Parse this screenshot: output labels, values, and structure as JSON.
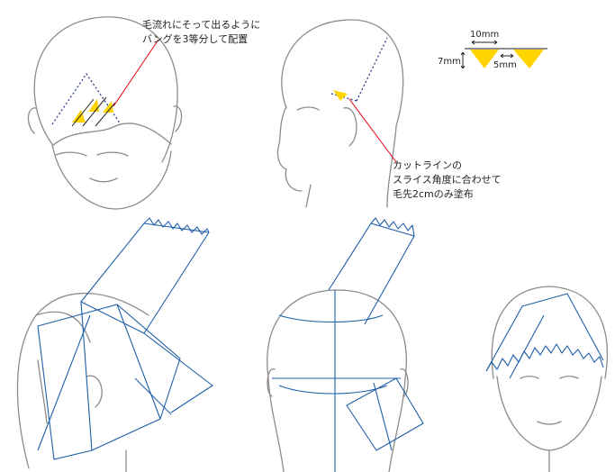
{
  "annotations": {
    "bang_note": {
      "line1": "毛流れにそって出るように",
      "line2": "バングを3等分して配置"
    },
    "cut_note": {
      "line1": "カットラインの",
      "line2": "スライス角度に合わせて",
      "line3": "毛先2cmのみ塗布"
    }
  },
  "dimensions": {
    "width_label": "10mm",
    "height_label": "7mm",
    "gap_label": "5mm"
  },
  "colors": {
    "head_outline": "#8c8c8c",
    "foil_lines": "#1f5fa8",
    "dotted_guide": "#2b3a8f",
    "leader_line": "#e60012",
    "color_patch": "#ffd400"
  }
}
